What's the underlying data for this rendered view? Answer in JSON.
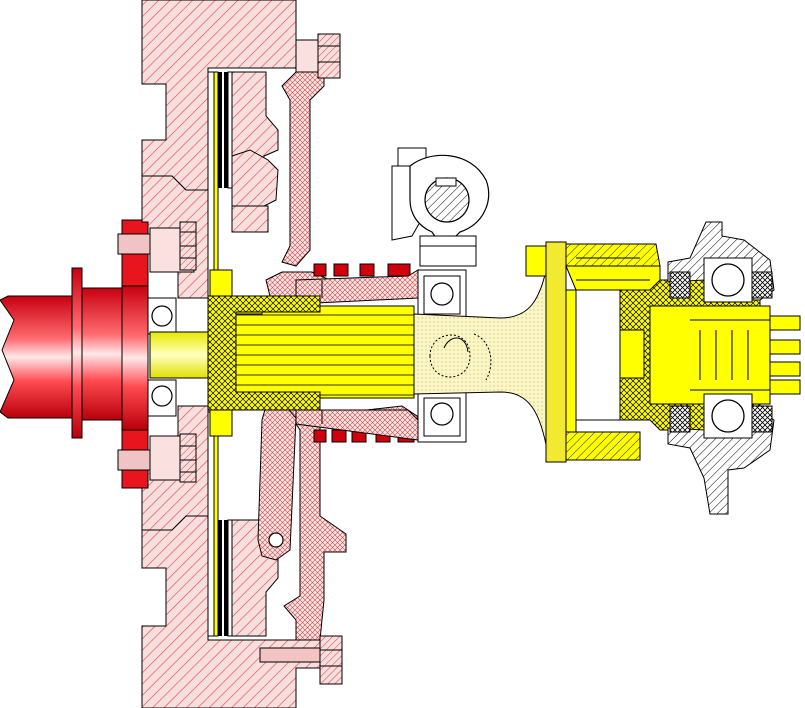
{
  "diagram": {
    "kind": "mechanical cross-section",
    "colors": {
      "housing_hatch": "#e05050",
      "housing_fill": "#f7d8d8",
      "crankshaft": "#ee1c24",
      "flywheel_red": "#d8141c",
      "bolt_pink": "#f3c4c4",
      "friction_black": "#000000",
      "shaft_yellow": "#ffff00",
      "spline_yellow": "#f5f032",
      "light_yellow": "#fbf6b8",
      "hub_yellow": "#f2e82a",
      "hatch_black": "#000000",
      "spring_red": "#cc0000",
      "outline": "#000000"
    },
    "components": [
      "crankshaft",
      "flywheel",
      "clutch-housing",
      "friction-disc",
      "pressure-plate",
      "diaphragm-lever",
      "release-bearing",
      "release-fork",
      "input-shaft",
      "output-flange",
      "output-bearing-housing"
    ]
  }
}
